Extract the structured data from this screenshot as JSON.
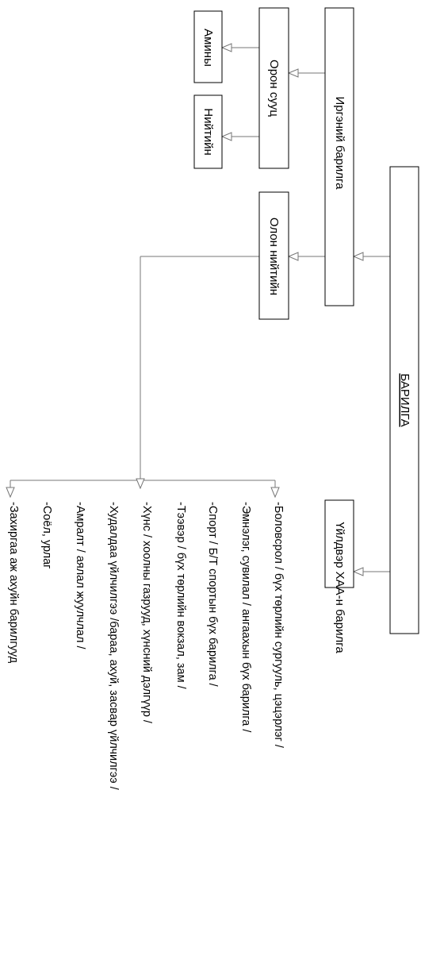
{
  "root": {
    "label": "БАРИЛГА"
  },
  "branches": {
    "civil": "Иргэний барилга",
    "industrial": "Үйлдвэр ХАА-н барилга"
  },
  "civil_children": {
    "housing": "Орон сууц",
    "public": "Олон нийтийн"
  },
  "housing_children": {
    "private": "Амины",
    "communal": "Нийтийн"
  },
  "public_items": [
    "-Боловсрол / бүх төрлийн  сургууль, цэцэрлэг /",
    "-Эмнэлэг, сувилал / ангаахын бүх барилга /",
    "-Спорт / Б/Т спортын бүх барилга /",
    "-Тээвэр / бүх төрлийн вокзал, зам /",
    "-Хүнс / хоолны газрууд, хүнсний дэлгүүр /",
    "-Худалдаа үйлчилгээ /бараа, ахуй, засвар үйлчилгээ /",
    "-Амралт / аялал жуулчлал /",
    "-Соёл, урлаг",
    "-Захиргаа аж ахуйн барилгууд"
  ]
}
